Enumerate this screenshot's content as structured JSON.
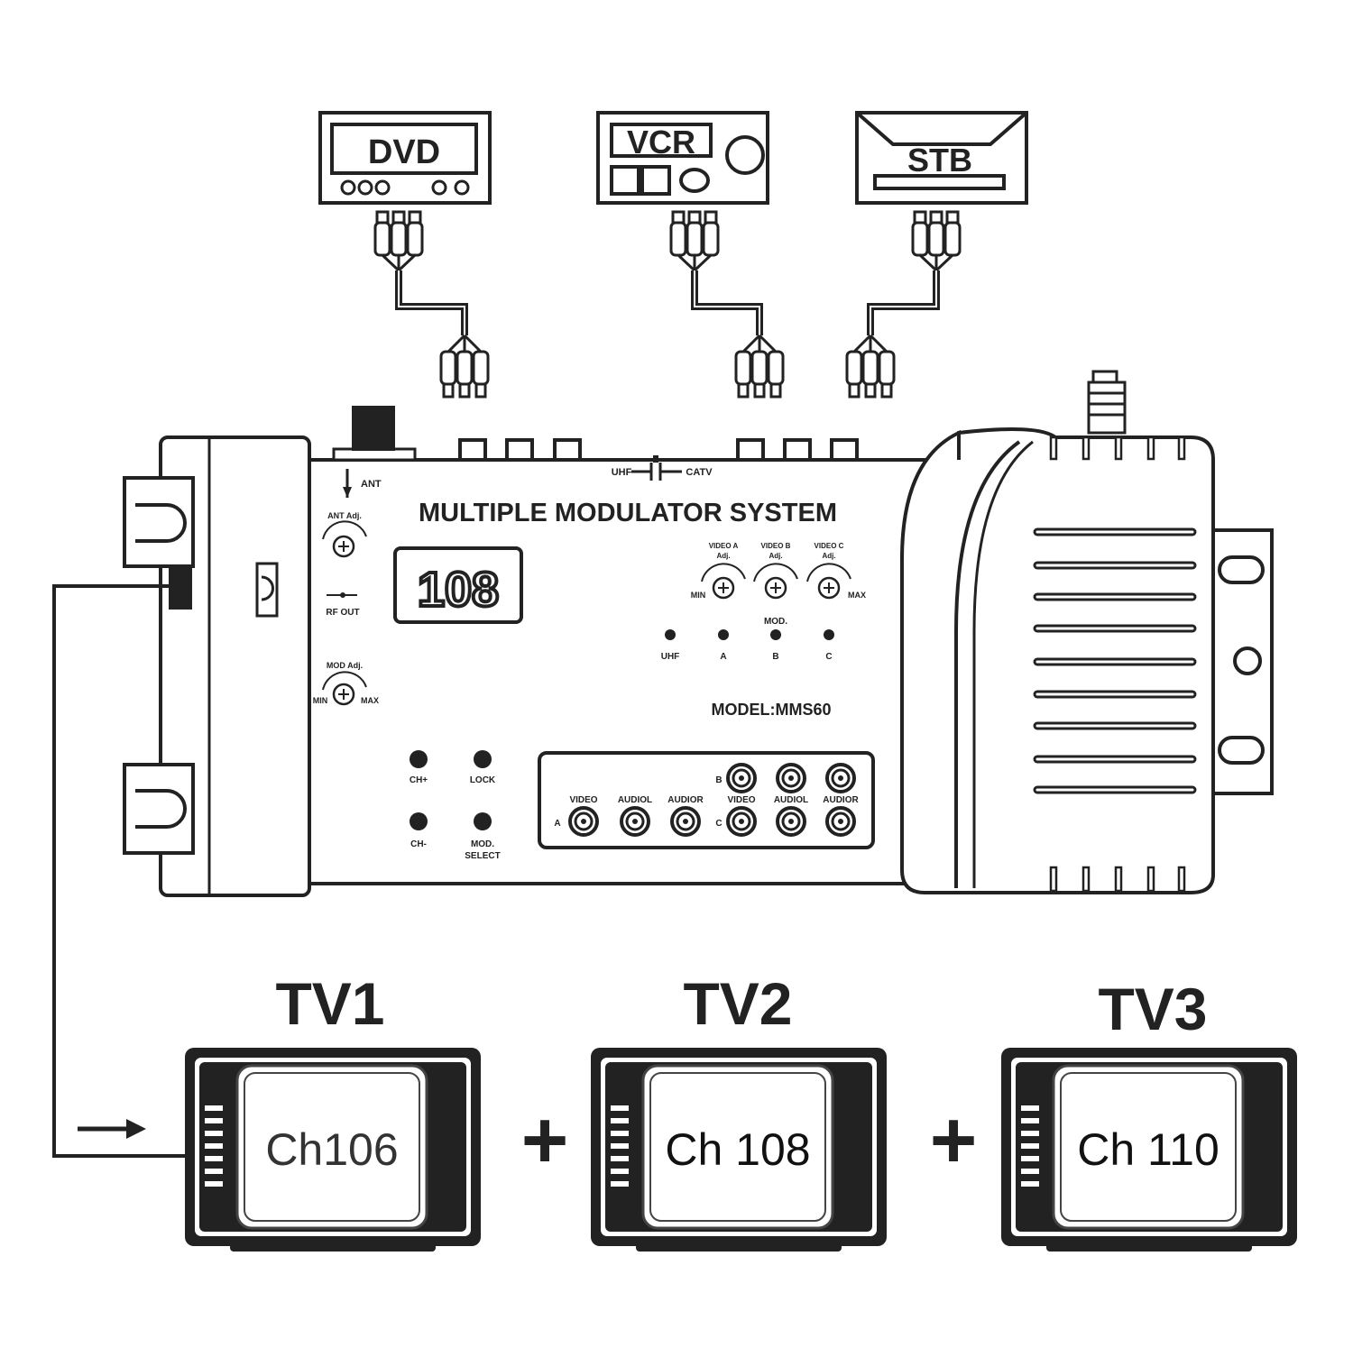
{
  "sources": [
    {
      "label": "DVD"
    },
    {
      "label": "VCR"
    },
    {
      "label": "STB"
    }
  ],
  "device": {
    "title": "MULTIPLE MODULATOR SYSTEM",
    "display": "108",
    "model": "MODEL:MMS60",
    "ant_label": "ANT",
    "ant_adj_label": "ANT Adj.",
    "rf_out_label": "RF OUT",
    "mod_adj_label": "MOD Adj.",
    "min_label": "MIN",
    "max_label": "MAX",
    "uhf_label": "UHF",
    "catv_label": "CATV",
    "video_adj": [
      "VIDEO A",
      "VIDEO B",
      "VIDEO C"
    ],
    "adj_label": "Adj.",
    "mod_label": "MOD.",
    "leds": [
      "UHF",
      "A",
      "B",
      "C"
    ],
    "buttons": [
      "CH+",
      "LOCK",
      "CH-",
      "MOD.",
      "SELECT"
    ],
    "jack_headers": [
      "VIDEO",
      "AUDIOL",
      "AUDIOR"
    ],
    "input_rows": [
      "A",
      "B",
      "C"
    ]
  },
  "tvs": [
    {
      "label": "TV1",
      "channel": "Ch106"
    },
    {
      "label": "TV2",
      "channel": "Ch 108"
    },
    {
      "label": "TV3",
      "channel": "Ch 110"
    }
  ],
  "plus_symbol": "+"
}
